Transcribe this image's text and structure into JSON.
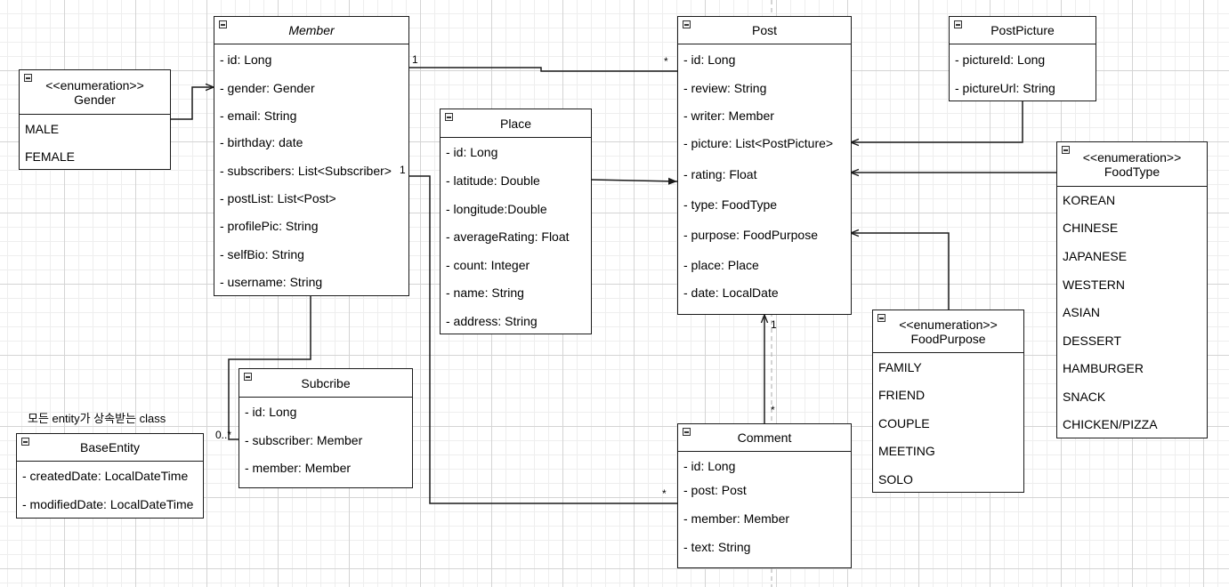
{
  "note": "모든 entity가 상속받는 class",
  "classes": {
    "gender": {
      "stereotype": "<<enumeration>>",
      "name": "Gender",
      "rows": [
        "MALE",
        "FEMALE"
      ]
    },
    "member": {
      "name": "Member",
      "rows": [
        "- id: Long",
        "- gender: Gender",
        "- email: String",
        "- birthday: date",
        "- subscribers: List<Subscriber>",
        "- postList: List<Post>",
        "- profilePic: String",
        "- selfBio: String",
        "- username: String"
      ]
    },
    "place": {
      "name": "Place",
      "rows": [
        "- id: Long",
        "- latitude: Double",
        "- longitude:Double",
        "- averageRating: Float",
        "- count: Integer",
        "- name: String",
        "- address: String"
      ]
    },
    "post": {
      "name": "Post",
      "rows": [
        "- id: Long",
        "- review: String",
        "- writer: Member",
        "- picture: List<PostPicture>",
        "- rating: Float",
        "- type: FoodType",
        "- purpose: FoodPurpose",
        "- place: Place",
        "- date: LocalDate"
      ]
    },
    "post_picture": {
      "name": "PostPicture",
      "rows": [
        "- pictureId: Long",
        "- pictureUrl: String"
      ]
    },
    "food_type": {
      "stereotype": "<<enumeration>>",
      "name": "FoodType",
      "rows": [
        "KOREAN",
        "CHINESE",
        "JAPANESE",
        "WESTERN",
        "ASIAN",
        "DESSERT",
        "HAMBURGER",
        "SNACK",
        "CHICKEN/PIZZA"
      ]
    },
    "food_purpose": {
      "stereotype": "<<enumeration>>",
      "name": "FoodPurpose",
      "rows": [
        "FAMILY",
        "FRIEND",
        "COUPLE",
        "MEETING",
        "SOLO"
      ]
    },
    "subscribe": {
      "name": "Subcribe",
      "rows": [
        "- id: Long",
        "- subscriber: Member",
        "- member: Member"
      ]
    },
    "comment": {
      "name": "Comment",
      "rows": [
        "- id: Long",
        "- post: Post",
        "- member: Member",
        "- text: String"
      ]
    },
    "base_entity": {
      "name": "BaseEntity",
      "rows": [
        "- createdDate: LocalDateTime",
        "- modifiedDate: LocalDateTime"
      ]
    }
  },
  "multiplicities": {
    "member_post_member_end": "1",
    "member_post_post_end": "*",
    "subscribers_end": "1",
    "subscribe_end": "0..*",
    "comment_member_end": "*",
    "comment_post_post_end": "1",
    "comment_post_comment_end": "*"
  },
  "colors": {
    "line": "#1a1a1a",
    "grid_major": "#d4d4d4",
    "grid_minor": "#eeeeee"
  }
}
